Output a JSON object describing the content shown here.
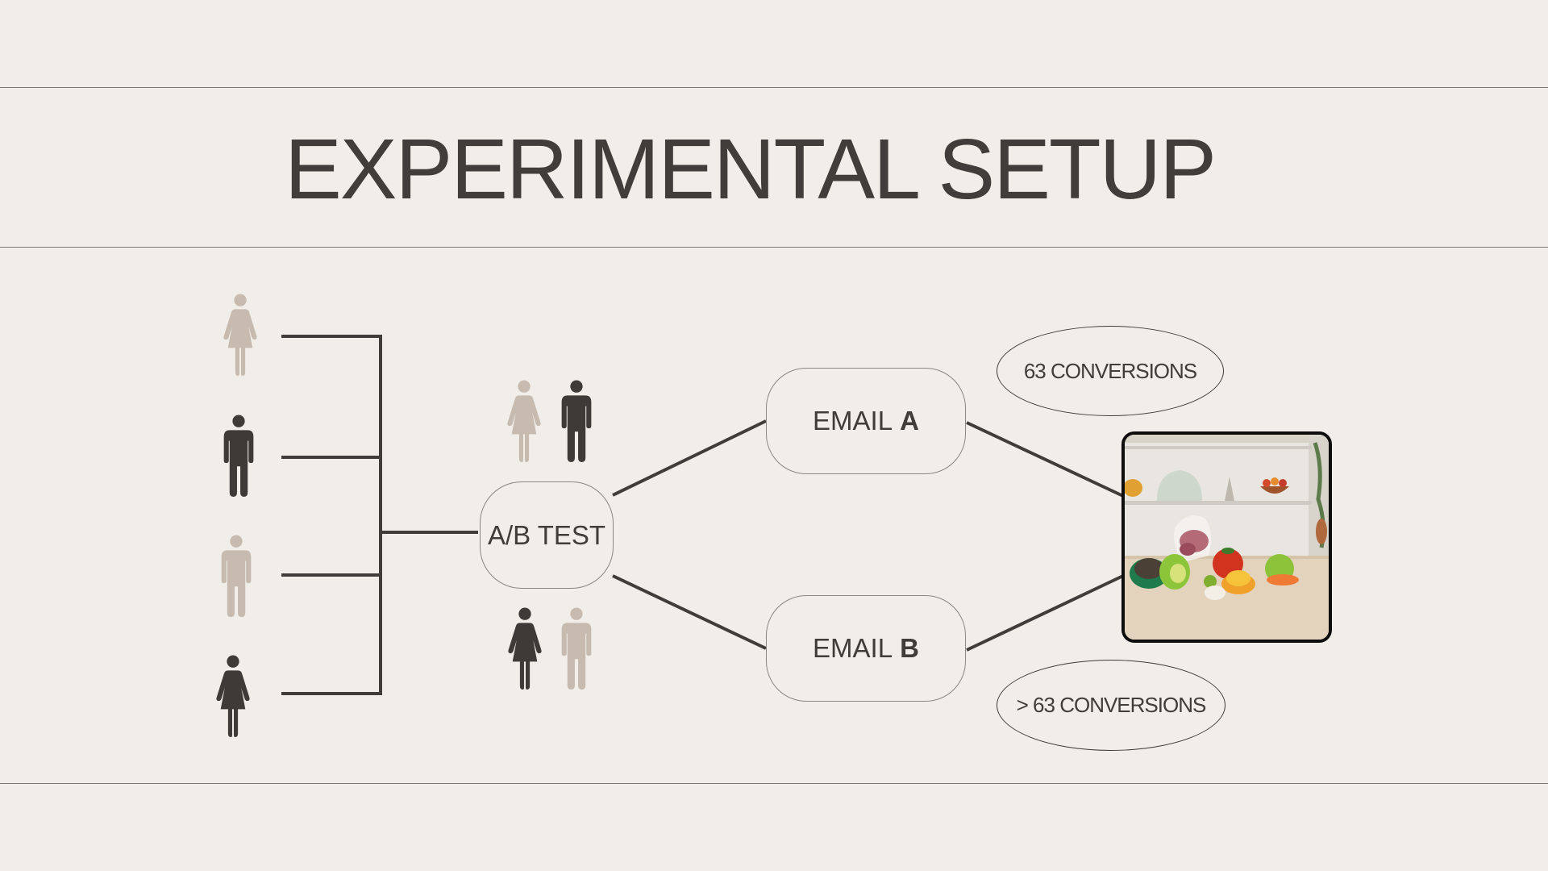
{
  "title": "EXPERIMENTAL SETUP",
  "ab_test": {
    "label": "A/B TEST"
  },
  "emails": [
    {
      "prefix": "EMAIL",
      "letter": "A",
      "result": "63 CONVERSIONS"
    },
    {
      "prefix": "EMAIL",
      "letter": "B",
      "result": "> 63 CONVERSIONS"
    }
  ],
  "icons": {
    "population": [
      "female-person-icon",
      "male-person-icon",
      "male-person-icon",
      "female-person-icon"
    ],
    "group_a": [
      "female-person-icon",
      "male-person-icon"
    ],
    "group_b": [
      "female-person-icon",
      "male-person-icon"
    ],
    "product": "food-storage-product-photo"
  },
  "colors": {
    "background": "#f1eee9",
    "text": "#3f3c39",
    "dark_person": "#3d3a37",
    "light_person": "#c6bbae",
    "connector": "#3f3c39"
  }
}
